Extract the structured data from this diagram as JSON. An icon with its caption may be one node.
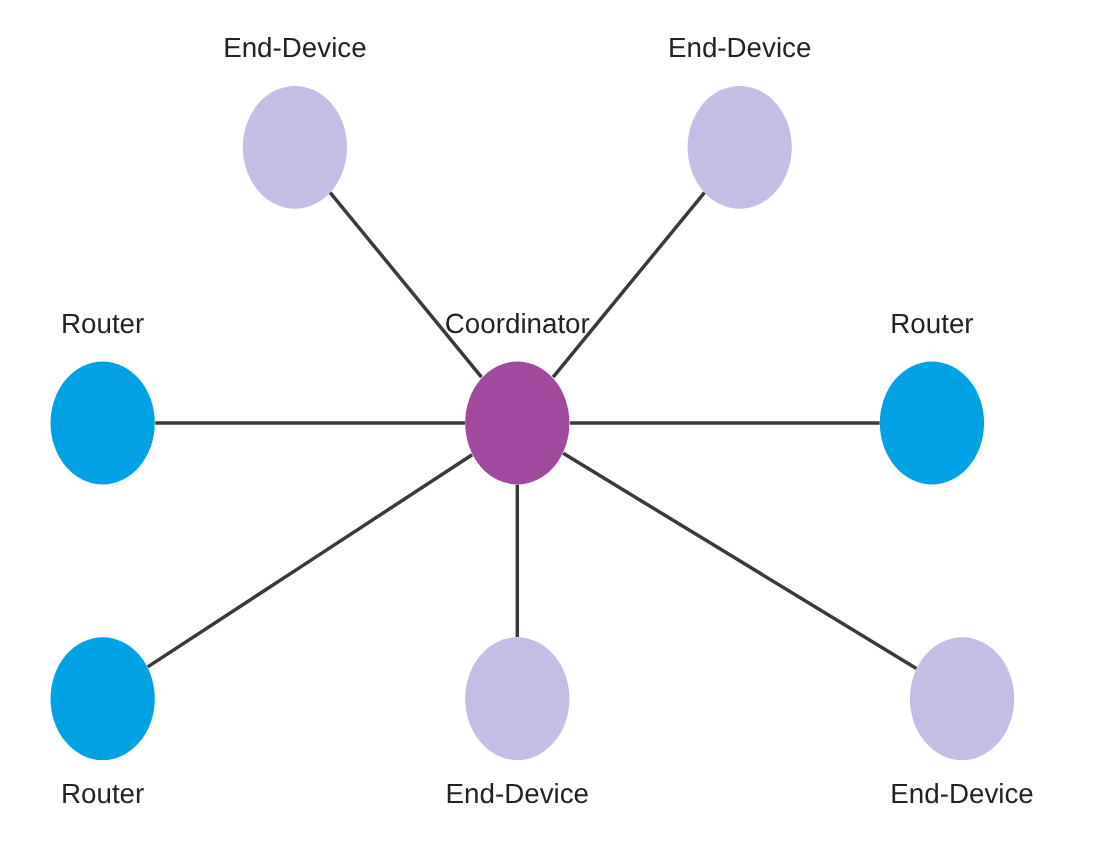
{
  "diagram": {
    "nodes": [
      {
        "text": [
          "End-Device"
        ]
      },
      {
        "text": [
          "End-Device"
        ]
      },
      {
        "text": [
          "Router"
        ]
      },
      {
        "text": [
          "Coordinator"
        ]
      },
      {
        "text": [
          "Router"
        ]
      },
      {
        "text": [
          "End-Device"
        ]
      },
      {
        "text": [
          "Router"
        ]
      },
      {
        "text": [
          "End-Device"
        ]
      }
    ],
    "edges": [
      {
        "from": 3,
        "to": 0,
        "arrow": "none"
      },
      {
        "from": 3,
        "to": 1,
        "arrow": "none"
      },
      {
        "from": 3,
        "to": 2,
        "arrow": "none"
      },
      {
        "from": 3,
        "to": 5,
        "arrow": "none"
      },
      {
        "from": 3,
        "to": 7,
        "arrow": "none"
      },
      {
        "from": 3,
        "to": 6,
        "arrow": "none"
      },
      {
        "from": 3,
        "to": 4,
        "arrow": "none"
      }
    ]
  }
}
